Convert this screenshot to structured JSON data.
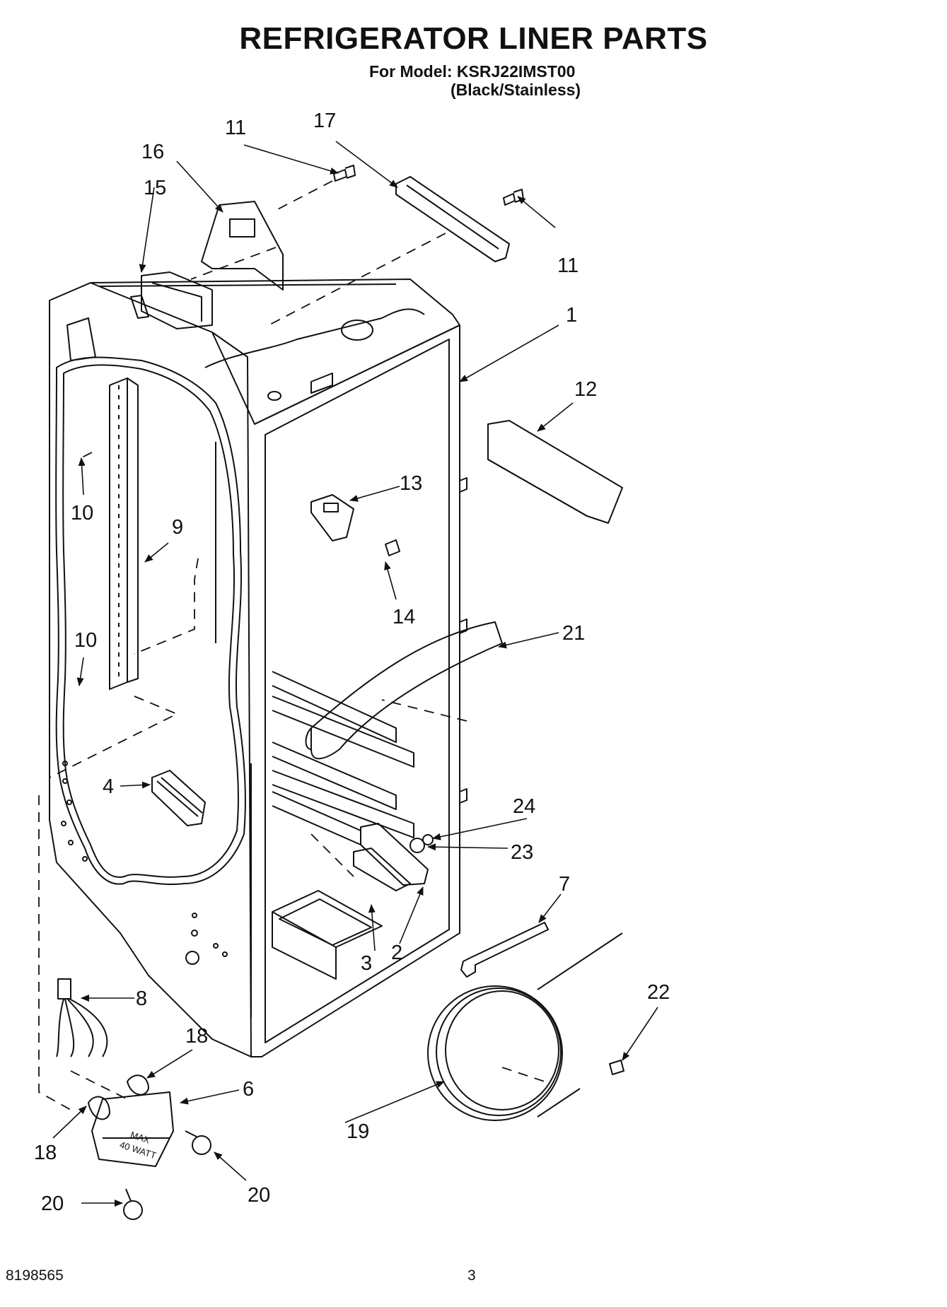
{
  "header": {
    "title": "REFRIGERATOR LINER PARTS",
    "model_line": "For Model: KSRJ22IMST00",
    "variant_line": "(Black/Stainless)"
  },
  "footer": {
    "doc_number": "8198565",
    "page_number": "3"
  },
  "callouts": {
    "c17": "17",
    "c11a": "11",
    "c16": "16",
    "c15": "15",
    "c11b": "11",
    "c1": "1",
    "c12": "12",
    "c10a": "10",
    "c9": "9",
    "c13": "13",
    "c14": "14",
    "c10b": "10",
    "c21": "21",
    "c4": "4",
    "c24": "24",
    "c23": "23",
    "c7": "7",
    "c3": "3",
    "c2": "2",
    "c8": "8",
    "c22": "22",
    "c18a": "18",
    "c6": "6",
    "c18b": "18",
    "c19": "19",
    "c20a": "20",
    "c20b": "20"
  },
  "part_labels": {
    "bulb_cover_text_1": "MAX",
    "bulb_cover_text_2": "40 WATT"
  }
}
